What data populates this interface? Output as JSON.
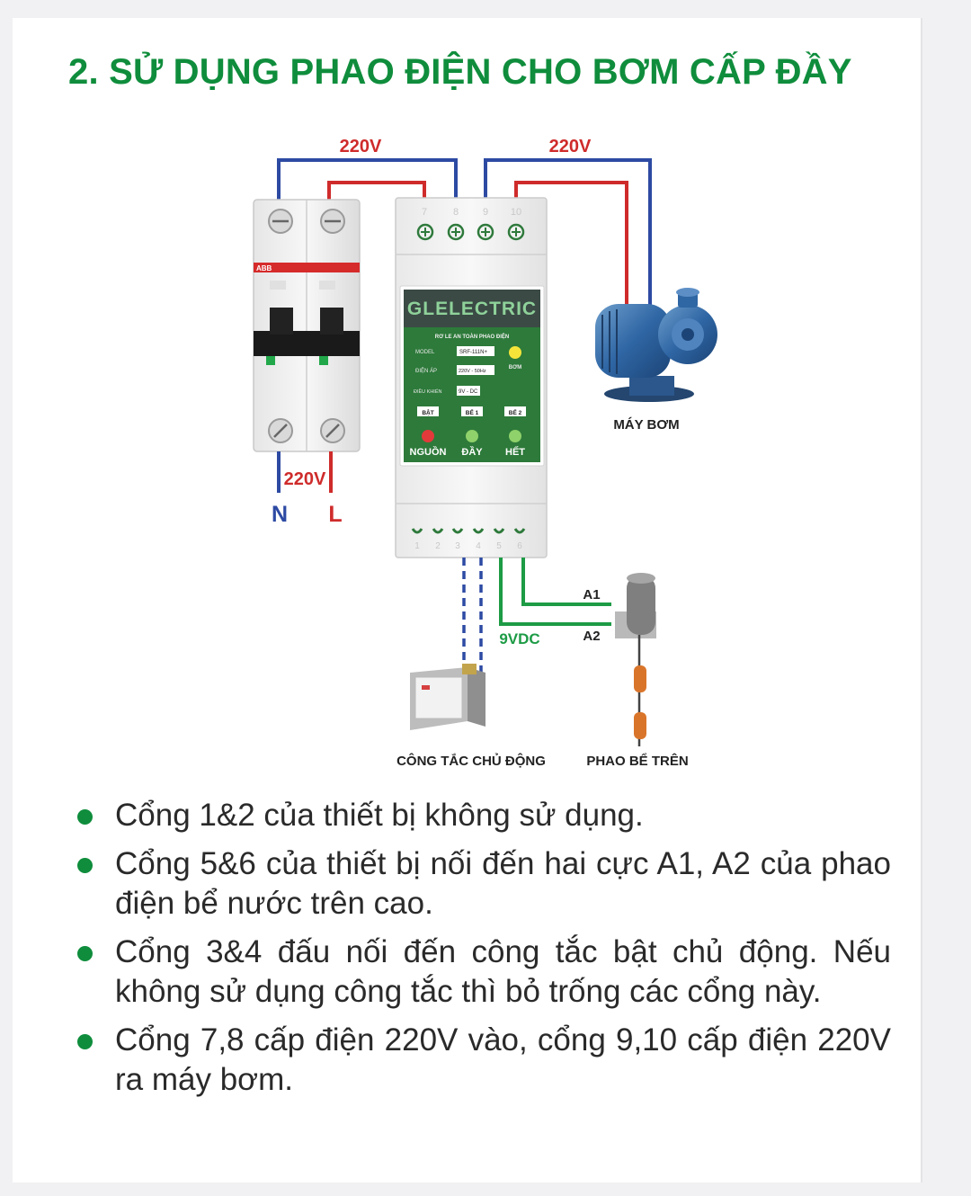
{
  "title": "2. SỬ DỤNG PHAO ĐIỆN CHO BƠM CẤP ĐẦY",
  "colors": {
    "accent": "#0f8d3c",
    "wire_blue": "#2d4aa3",
    "wire_red": "#cf2b2b",
    "wire_green": "#1d9b45",
    "breaker_red": "#d62b2b"
  },
  "diagram": {
    "voltage_left": "220V",
    "voltage_right": "220V",
    "voltage_input": "220V",
    "neutral": "N",
    "line": "L",
    "breaker_brand": "ABB",
    "terminals_top": [
      "7",
      "8",
      "9",
      "10"
    ],
    "terminals_bottom": [
      "1",
      "2",
      "3",
      "4",
      "5",
      "6"
    ],
    "relay": {
      "brand": "GLELECTRIC",
      "subtitle": "RƠ LE AN TOÀN PHAO ĐIỆN",
      "model_label": "MODEL",
      "model_value": "SRF-111N+",
      "voltage_label": "ĐIỆN ÁP",
      "voltage_value": "220V - 50Hz",
      "control_label": "ĐIỀU KHIỂN",
      "control_value": "9V - DC",
      "pump_label": "BƠM",
      "tag_on": "BẬT",
      "tag_tank1": "BỂ 1",
      "tag_tank2": "BỂ 2",
      "led_power": "NGUỒN",
      "led_full": "ĐẦY",
      "led_empty": "HẾT"
    },
    "pump_label": "MÁY BƠM",
    "a1": "A1",
    "a2": "A2",
    "dc_voltage": "9VDC",
    "switch_label": "CÔNG TẮC CHỦ ĐỘNG",
    "float_label": "PHAO BỂ TRÊN"
  },
  "bullets": [
    "Cổng 1&2 của thiết bị không sử dụng.",
    "Cổng 5&6 của thiết bị nối đến hai cực A1, A2 của phao điện bể nước trên cao.",
    "Cổng 3&4 đấu nối đến công tắc bật chủ động. Nếu không sử dụng công tắc thì bỏ trống các cổng này.",
    "Cổng 7,8 cấp điện 220V vào, cổng 9,10 cấp điện 220V ra máy bơm."
  ]
}
